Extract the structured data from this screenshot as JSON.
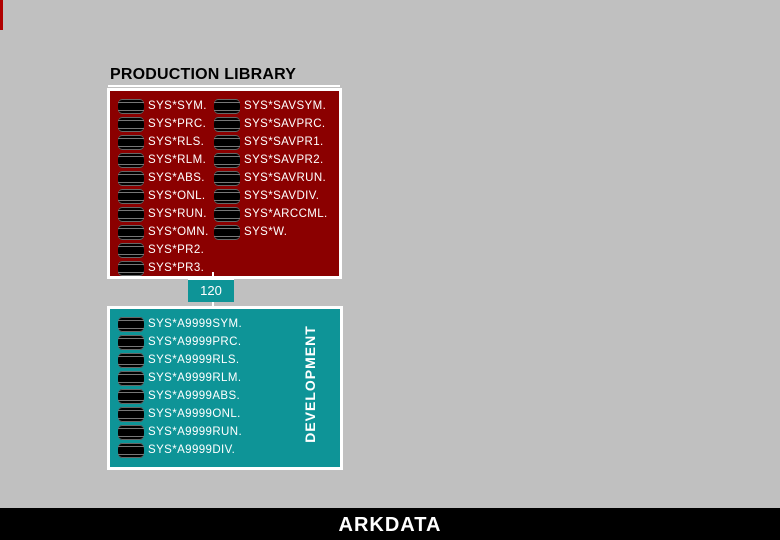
{
  "title": "PRODUCTION LIBRARY",
  "production": {
    "col1": [
      "SYS*SYM.",
      "SYS*PRC.",
      "SYS*RLS.",
      "SYS*RLM.",
      "SYS*ABS.",
      "SYS*ONL.",
      "SYS*RUN.",
      "SYS*OMN.",
      "SYS*PR2.",
      "SYS*PR3."
    ],
    "col2": [
      "SYS*SAVSYM.",
      "SYS*SAVPRC.",
      "SYS*SAVPR1.",
      "SYS*SAVPR2.",
      "SYS*SAVRUN.",
      "SYS*SAVDIV.",
      "SYS*ARCCML.",
      "SYS*W."
    ]
  },
  "connector_label": "120",
  "development": {
    "label": "DEVELOPMENT",
    "items": [
      "SYS*A9999SYM.",
      "SYS*A9999PRC.",
      "SYS*A9999RLS.",
      "SYS*A9999RLM.",
      "SYS*A9999ABS.",
      "SYS*A9999ONL.",
      "SYS*A9999RUN.",
      "SYS*A9999DIV."
    ]
  },
  "colors": {
    "production_bg": "#8b0000",
    "development_bg": "#0e9497",
    "page_bg": "#c0c0c0"
  },
  "brand": "ARKDATA"
}
